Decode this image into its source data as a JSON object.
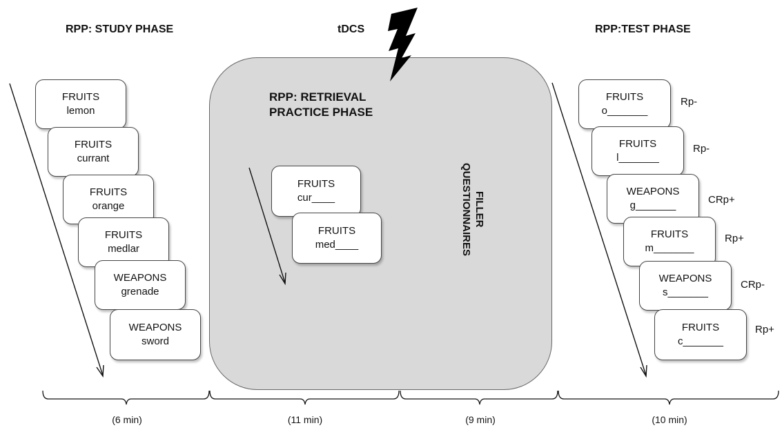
{
  "headings": {
    "study": "RPP: STUDY PHASE",
    "tdcs": "tDCS",
    "test": "RPP:TEST PHASE",
    "retrieval_line1": "RPP: RETRIEVAL",
    "retrieval_line2": "PRACTICE PHASE"
  },
  "filler": {
    "line1": "FILLER",
    "line2": "QUESTIONNAIRES"
  },
  "study_cards": [
    {
      "category": "FRUITS",
      "item": "lemon"
    },
    {
      "category": "FRUITS",
      "item": "currant"
    },
    {
      "category": "FRUITS",
      "item": "orange"
    },
    {
      "category": "FRUITS",
      "item": "medlar"
    },
    {
      "category": "WEAPONS",
      "item": "grenade"
    },
    {
      "category": "WEAPONS",
      "item": "sword"
    }
  ],
  "retrieval_cards": [
    {
      "category": "FRUITS",
      "item": "cur____"
    },
    {
      "category": "FRUITS",
      "item": "med____"
    }
  ],
  "test_cards": [
    {
      "category": "FRUITS",
      "item": "o_______",
      "tag": "Rp-"
    },
    {
      "category": "FRUITS",
      "item": "l_______",
      "tag": "Rp-"
    },
    {
      "category": "WEAPONS",
      "item": "g_______",
      "tag": "CRp+"
    },
    {
      "category": "FRUITS",
      "item": "m_______",
      "tag": "Rp+"
    },
    {
      "category": "WEAPONS",
      "item": "s_______",
      "tag": "CRp-"
    },
    {
      "category": "FRUITS",
      "item": "c_______",
      "tag": "Rp+"
    }
  ],
  "durations": [
    "(6 min)",
    "(11 min)",
    "(9 min)",
    "(10 min)"
  ],
  "colors": {
    "panel": "#d9d9d9",
    "ink": "#111111"
  },
  "icons": {
    "tdcs": "lightning-bolt-icon"
  }
}
